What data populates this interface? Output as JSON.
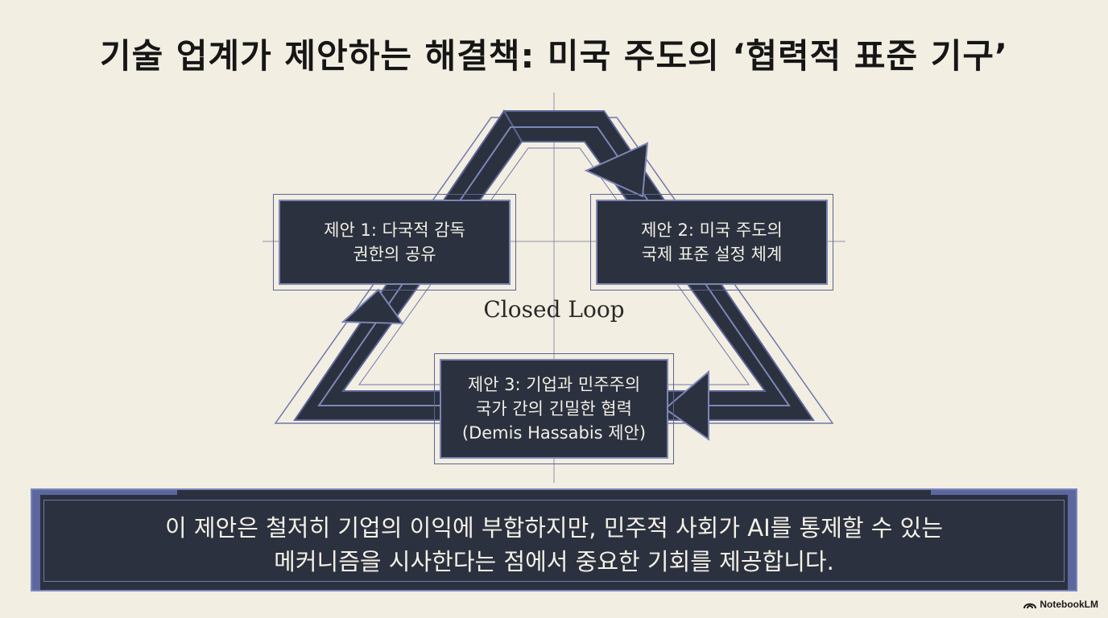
{
  "title": "기술 업계가 제안하는 해결책: 미국 주도의 ‘협력적 표준 기구’",
  "diagram": {
    "center_label": "Closed Loop",
    "proposals": [
      {
        "lines": [
          "제안 1: 다국적 감독",
          "권한의 공유"
        ]
      },
      {
        "lines": [
          "제안 2: 미국 주도의",
          "국제 표준 설정 체계"
        ]
      },
      {
        "lines": [
          "제안 3: 기업과 민주주의",
          "국가 간의 긴밀한 협력",
          "(Demis Hassabis 제안)"
        ]
      }
    ]
  },
  "banner": {
    "lines": [
      "이 제안은 철저히 기업의 이익에 부합하지만, 민주적 사회가 AI를 통제할 수 있는",
      "메커니즘을 시사한다는 점에서 중요한 기회를 제공합니다."
    ]
  },
  "brand": {
    "label": "NotebookLM",
    "icon": "notebooklm-logo-icon"
  },
  "colors": {
    "background": "#f3eee2",
    "box": "#2b313e",
    "accent": "#7c86b8",
    "text_light": "#f2efe6"
  }
}
